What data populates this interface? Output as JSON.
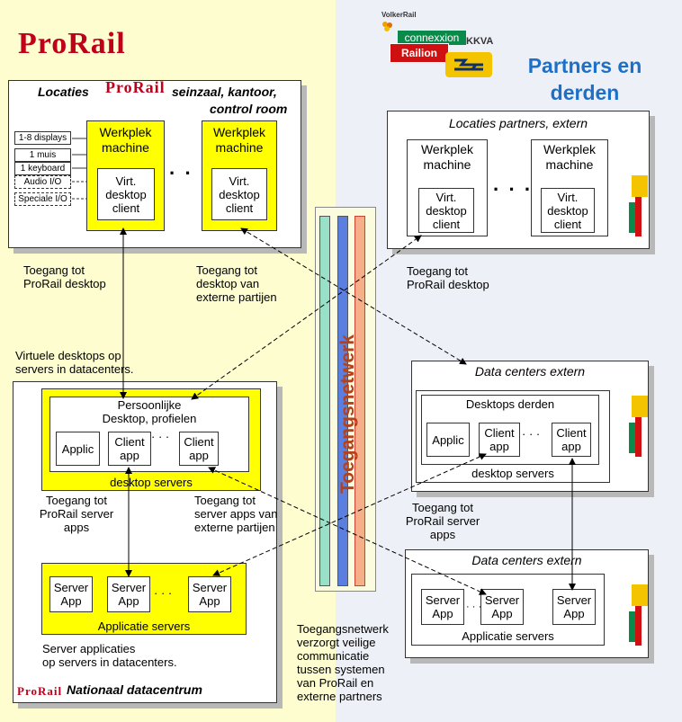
{
  "prorail_logo": "ProRail",
  "partners_title": [
    "Partners en",
    "derden"
  ],
  "partner_logos": {
    "volkerrail": "VolkerRail",
    "connexxion": "connexxion",
    "railion": "Railion",
    "kvva": "KKVA"
  },
  "locaties": {
    "prefix": "Locaties",
    "logo": "ProRail",
    "suffix": "seinzaal, kantoor,",
    "line2": "control room"
  },
  "devices": [
    "1-8 displays",
    "1 muis",
    "1 keyboard",
    "Audio I/O",
    "Speciale I/O"
  ],
  "werkplek": "Werkplek machine",
  "werkplek_lines": [
    "Werkplek",
    "machine"
  ],
  "virt_client": [
    "Virt.",
    "desktop",
    "client"
  ],
  "ellipsis": "· · ·",
  "small_ellipsis": "· · ·",
  "locaties_partners": "Locaties partners, extern",
  "toegang_prorail_desktop": [
    "Toegang tot",
    "ProRail desktop"
  ],
  "toegang_extern_desktop": [
    "Toegang tot",
    "desktop van",
    "externe partijen"
  ],
  "toegang_prorail_desktop_r": [
    "Toegang tot",
    "ProRail desktop"
  ],
  "virtuele_desktops": [
    "Virtuele desktops op",
    "servers in datacenters."
  ],
  "persoonlijke": [
    "Persoonlijke",
    "Desktop, profielen"
  ],
  "applic": "Applic",
  "client_app": [
    "Client",
    "app"
  ],
  "desktop_servers": "desktop servers",
  "toegang_server_apps": [
    "Toegang tot",
    "ProRail server",
    "apps"
  ],
  "toegang_server_apps_extern": [
    "Toegang tot",
    "server apps van",
    "externe partijen"
  ],
  "server_app": [
    "Server",
    "App"
  ],
  "applicatie_servers": "Applicatie servers",
  "server_applicaties": [
    "Server applicaties",
    "op servers in datacenters."
  ],
  "nationaal": {
    "logo": "ProRail",
    "text": "Nationaal datacentrum"
  },
  "toegangsnetwerk": "Toegangsnetwerk",
  "data_centers_extern": "Data centers extern",
  "desktops_derden": "Desktops derden",
  "desktop_servers_r": "desktop servers",
  "toegang_server_apps_r": [
    "Toegang tot",
    "ProRail server",
    "apps"
  ],
  "applicatie_servers_r": "Applicatie servers",
  "toegangsnetwerk_note": [
    "Toegangsnetwerk",
    "verzorgt veilige",
    "communicatie",
    "tussen systemen",
    "van ProRail en",
    "externe partners"
  ],
  "colors": {
    "prorail_red": "#c0001a",
    "partners_blue": "#1e6fc8",
    "yellow": "#ffff00",
    "bar_green": "#99e0c8",
    "bar_blue": "#5b7fe0",
    "bar_orange": "#f5b08a"
  }
}
